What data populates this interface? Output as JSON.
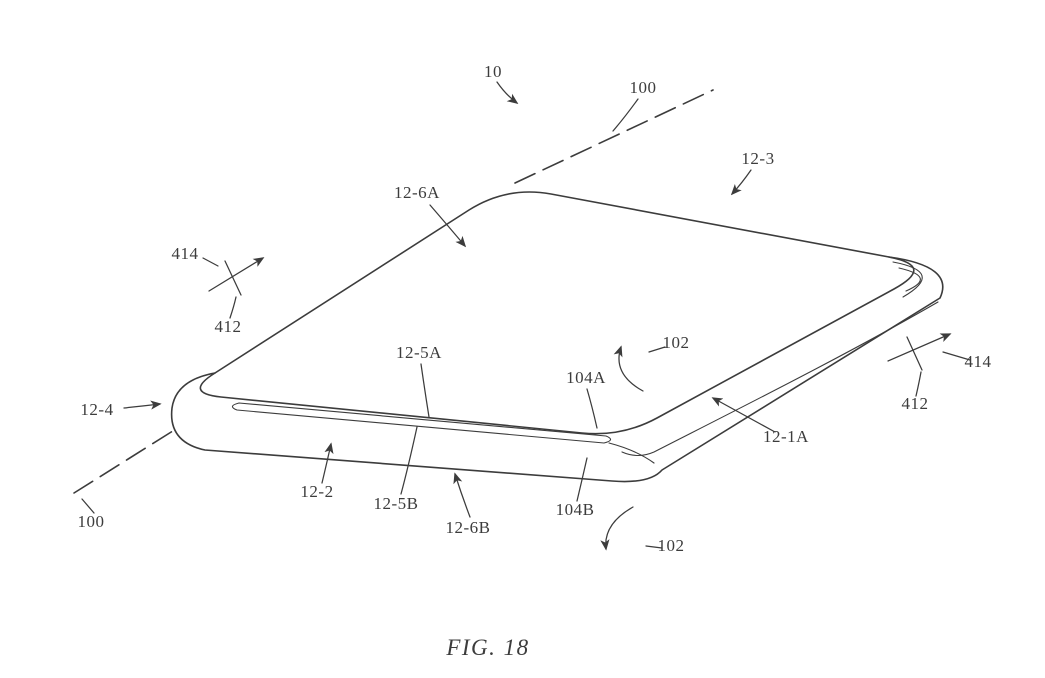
{
  "figure": {
    "caption": "FIG. 18",
    "colors": {
      "line": "#3c3c3c",
      "background": "#ffffff"
    },
    "labels": {
      "ref_10": "10",
      "ref_100_top": "100",
      "ref_100_bottom": "100",
      "ref_12_3": "12-3",
      "ref_12_6A": "12-6A",
      "ref_414_left": "414",
      "ref_412_left": "412",
      "ref_12_4": "12-4",
      "ref_12_5A": "12-5A",
      "ref_104A": "104A",
      "ref_102_top": "102",
      "ref_414_right": "414",
      "ref_412_right": "412",
      "ref_12_1A": "12-1A",
      "ref_12_2": "12-2",
      "ref_12_5B": "12-5B",
      "ref_12_6B": "12-6B",
      "ref_104B": "104B",
      "ref_102_bottom": "102"
    }
  }
}
